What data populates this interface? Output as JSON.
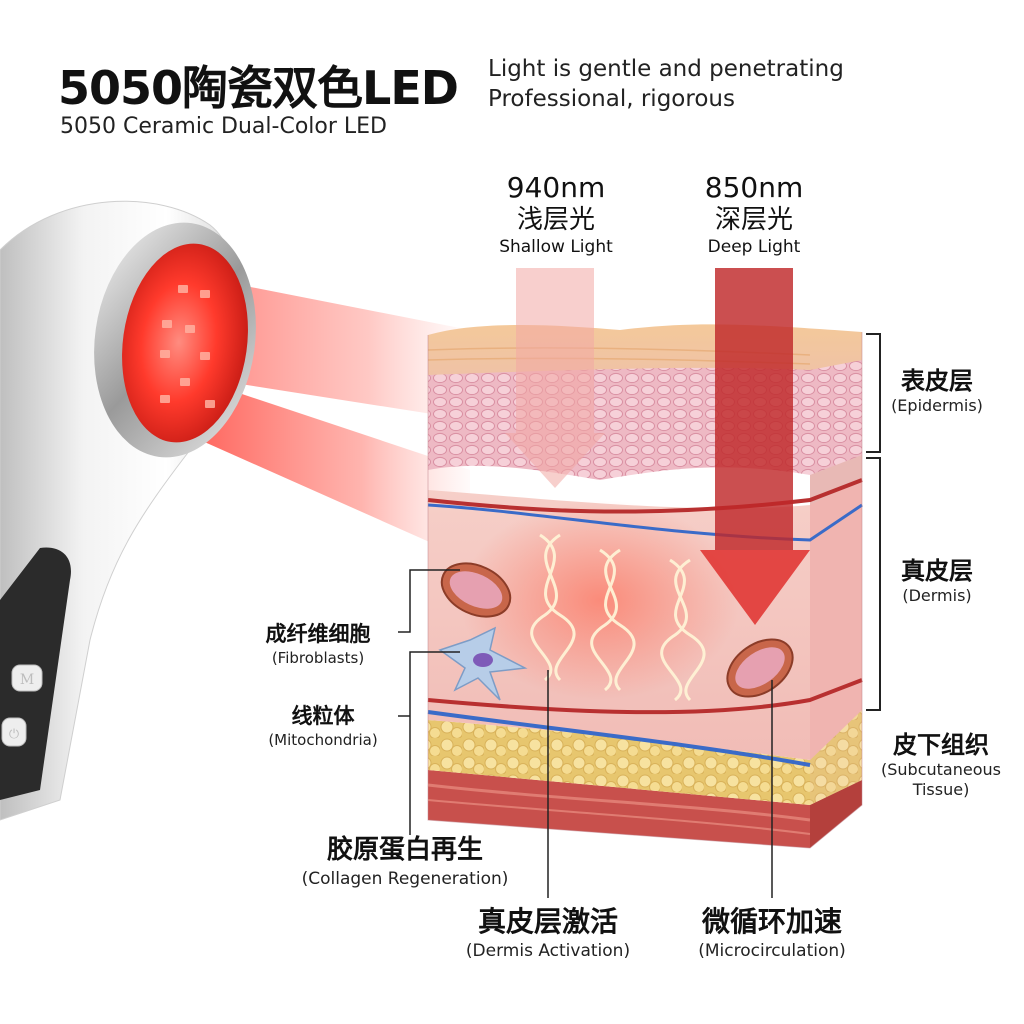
{
  "header": {
    "title": "5050陶瓷双色LED",
    "subtitle": "5050 Ceramic Dual-Color LED",
    "tagline_line1": "Light is gentle and penetrating",
    "tagline_line2": "Professional, rigorous"
  },
  "wavelengths": [
    {
      "nm": "940nm",
      "cn": "浅层光",
      "en": "Shallow Light",
      "color": "#f2b8b5"
    },
    {
      "nm": "850nm",
      "cn": "深层光",
      "en": "Deep Light",
      "color": "#c0282a"
    }
  ],
  "device": {
    "buttons": [
      {
        "glyph": "M",
        "icon": "mode-icon"
      },
      {
        "glyph": "⏻",
        "icon": "power-icon"
      }
    ],
    "led_color": "#ff2a1f"
  },
  "layers": [
    {
      "cn": "表皮层",
      "en": "(Epidermis)"
    },
    {
      "cn": "真皮层",
      "en": "(Dermis)"
    },
    {
      "cn": "皮下组织",
      "en_line1": "(Subcutaneous",
      "en_line2": "Tissue)"
    }
  ],
  "callouts_left": [
    {
      "cn": "成纤维细胞",
      "en": "(Fibroblasts)"
    },
    {
      "cn": "线粒体",
      "en": "(Mitochondria)"
    },
    {
      "cn": "胶原蛋白再生",
      "en": "(Collagen Regeneration)"
    }
  ],
  "callouts_bottom": [
    {
      "cn": "真皮层激活",
      "en": "(Dermis Activation)"
    },
    {
      "cn": "微循环加速",
      "en": "(Microcirculation)"
    }
  ]
}
